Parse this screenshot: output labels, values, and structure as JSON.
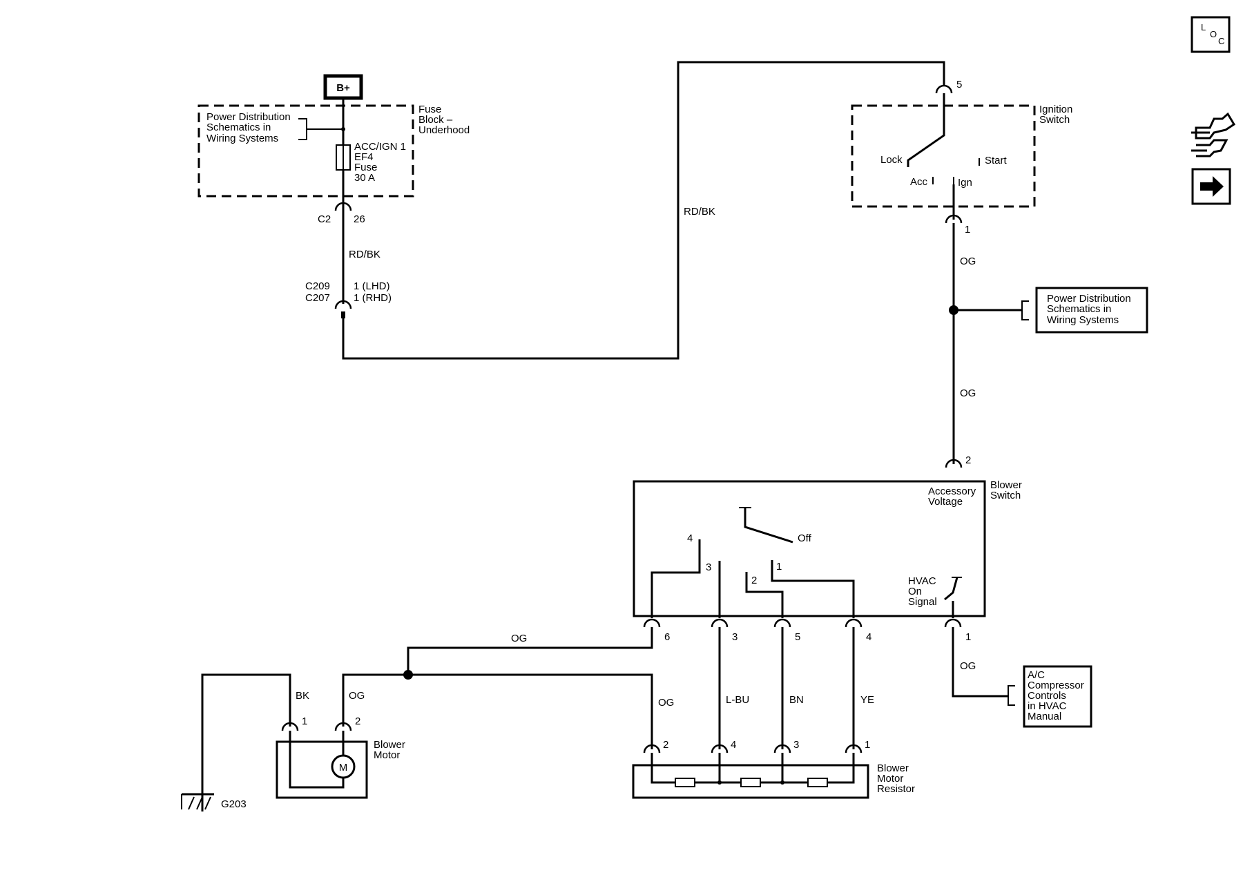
{
  "battery": {
    "label": "B+"
  },
  "fuse_block": {
    "name": [
      "Fuse",
      "Block –",
      "Underhood"
    ],
    "ref": [
      "Power Distribution",
      "Schematics in",
      "Wiring Systems"
    ],
    "fuse": [
      "ACC/IGN 1",
      "EF4",
      "Fuse",
      "30 A"
    ],
    "connector": "C2",
    "pin": "26"
  },
  "inline_connector": {
    "ids": [
      "C209",
      "C207"
    ],
    "pins": [
      "1 (LHD)",
      "1 (RHD)"
    ]
  },
  "wire_colors": {
    "fuse_out": "RD/BK",
    "feed_long": "RD/BK",
    "ign_out": "OG",
    "to_blower_switch": "OG",
    "motor_feed": "OG",
    "motor_ground": "BK",
    "motor_supply": "OG",
    "resistor_2": "OG",
    "resistor_4": "L-BU",
    "resistor_3": "BN",
    "resistor_1": "YE",
    "ac_signal": "OG"
  },
  "ignition_switch": {
    "name": [
      "Ignition",
      "Switch"
    ],
    "pin_in": "5",
    "pin_out": "1",
    "positions": {
      "lock": "Lock",
      "start": "Start",
      "acc": "Acc",
      "ign": "Ign"
    }
  },
  "power_ref_right": [
    "Power Distribution",
    "Schematics in",
    "Wiring Systems"
  ],
  "blower_switch": {
    "name": [
      "Blower",
      "Switch"
    ],
    "acc_voltage": [
      "Accessory",
      "Voltage"
    ],
    "pin_in": "2",
    "off_label": "Off",
    "internal_positions": [
      "4",
      "3",
      "2",
      "1"
    ],
    "hvac": [
      "HVAC",
      "On",
      "Signal"
    ],
    "pins_out": [
      "6",
      "3",
      "5",
      "4",
      "1"
    ]
  },
  "ac_ref": [
    "A/C",
    "Compressor",
    "Controls",
    "in HVAC",
    "Manual"
  ],
  "blower_motor": {
    "name": [
      "Blower",
      "Motor"
    ],
    "symbol": "M",
    "pins": [
      "1",
      "2"
    ]
  },
  "ground": {
    "label": "G203"
  },
  "blower_resistor": {
    "name": [
      "Blower",
      "Motor",
      "Resistor"
    ],
    "pins": [
      "2",
      "4",
      "3",
      "1"
    ]
  },
  "nav": {
    "loc_letters": [
      "L",
      "O",
      "C"
    ],
    "icons": [
      "connector-icon",
      "arrow-right-icon"
    ]
  }
}
